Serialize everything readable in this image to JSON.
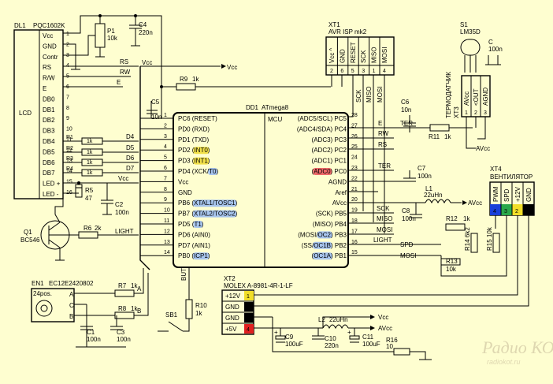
{
  "lcd": {
    "ref": "DL1",
    "model": "PQC1602K",
    "label": "LCD",
    "pins": [
      {
        "n": "1",
        "name": "Vcc"
      },
      {
        "n": "2",
        "name": "GND"
      },
      {
        "n": "3",
        "name": "Contr"
      },
      {
        "n": "4",
        "name": "RS"
      },
      {
        "n": "5",
        "name": "R/W"
      },
      {
        "n": "6",
        "name": "E"
      },
      {
        "n": "7",
        "name": "DB0"
      },
      {
        "n": "8",
        "name": "DB1"
      },
      {
        "n": "9",
        "name": "DB2"
      },
      {
        "n": "10",
        "name": "DB3"
      },
      {
        "n": "11",
        "name": "DB4"
      },
      {
        "n": "12",
        "name": "DB5"
      },
      {
        "n": "13",
        "name": "DB6"
      },
      {
        "n": "14",
        "name": "DB7"
      },
      {
        "n": "15",
        "name": "LED +"
      },
      {
        "n": "16",
        "name": "LED -"
      }
    ]
  },
  "mcu": {
    "ref": "DD1",
    "model": "ATmega8",
    "label": "MCU",
    "left_pins": [
      {
        "n": "1",
        "pre": "PC6 (",
        "hl": "RESET",
        "hlc": "none",
        "post": ")"
      },
      {
        "n": "2",
        "pre": "PD0 (RXD)",
        "hl": "",
        "hlc": "none",
        "post": ""
      },
      {
        "n": "3",
        "pre": "PD1 (TXD)",
        "hl": "",
        "hlc": "none",
        "post": ""
      },
      {
        "n": "4",
        "pre": "PD2 (",
        "hl": "INT0",
        "hlc": "y",
        "post": ")"
      },
      {
        "n": "5",
        "pre": "PD3 (",
        "hl": "INT1",
        "hlc": "y",
        "post": ")"
      },
      {
        "n": "6",
        "pre": "PD4 (XCK/",
        "hl": "T0",
        "hlc": "b",
        "post": ")"
      },
      {
        "n": "7",
        "pre": "Vcc",
        "hl": "",
        "hlc": "none",
        "post": ""
      },
      {
        "n": "8",
        "pre": "GND",
        "hl": "",
        "hlc": "none",
        "post": ""
      },
      {
        "n": "9",
        "pre": "PB6 (",
        "hl": "XTAL1/TOSC1",
        "hlc": "b",
        "post": ")"
      },
      {
        "n": "10",
        "pre": "PB7 (",
        "hl": "XTAL2/TOSC2",
        "hlc": "b",
        "post": ")"
      },
      {
        "n": "11",
        "pre": "PD5 (",
        "hl": "T1",
        "hlc": "b",
        "post": ")"
      },
      {
        "n": "12",
        "pre": "PD6   (AIN0)",
        "hl": "",
        "hlc": "none",
        "post": ""
      },
      {
        "n": "13",
        "pre": "PD7   (AIN1)",
        "hl": "",
        "hlc": "none",
        "post": ""
      },
      {
        "n": "14",
        "pre": "PB0 (",
        "hl": "ICP1",
        "hlc": "b",
        "post": ")"
      }
    ],
    "right_pins": [
      {
        "n": "28",
        "pre": "(ADC5/SCL) PC5",
        "hl": "",
        "hlc": "none"
      },
      {
        "n": "27",
        "pre": "(ADC4/SDA) PC4",
        "hl": "",
        "hlc": "none"
      },
      {
        "n": "26",
        "pre": "(ADC3) PC3",
        "hl": "",
        "hlc": "none"
      },
      {
        "n": "25",
        "pre": "(ADC2) PC2",
        "hl": "",
        "hlc": "none"
      },
      {
        "n": "24",
        "pre": "(ADC1) PC1",
        "hl": "",
        "hlc": "none"
      },
      {
        "n": "23",
        "pre": "(",
        "hl": "ADC0",
        "hlc": "r",
        "post": ") PC0"
      },
      {
        "n": "22",
        "pre": "AGND",
        "hl": "",
        "hlc": "none"
      },
      {
        "n": "21",
        "pre": "Aref",
        "hl": "",
        "hlc": "none"
      },
      {
        "n": "20",
        "pre": "AVcc",
        "hl": "",
        "hlc": "none"
      },
      {
        "n": "19",
        "pre": "(SCK) PB5",
        "hl": "",
        "hlc": "none"
      },
      {
        "n": "18",
        "pre": "(MISO) PB4",
        "hl": "",
        "hlc": "none"
      },
      {
        "n": "17",
        "pre": "(MOSI/",
        "hl": "OC2",
        "hlc": "b",
        "post": ") PB3"
      },
      {
        "n": "16",
        "pre": "(SS/",
        "hl": "OC1B",
        "hlc": "b",
        "post": ") PB2"
      },
      {
        "n": "15",
        "pre": "(",
        "hl": "OC1A",
        "hlc": "b",
        "post": ") PB1"
      }
    ]
  },
  "isp": {
    "ref": "XT1",
    "model": "AVR ISP mk2",
    "pins": [
      "Vcc ^",
      "GND",
      "RESET",
      "SCK",
      "MISO",
      "MOSI"
    ],
    "nums": [
      "2",
      "6",
      "5",
      "3",
      "1",
      "4"
    ],
    "signals": [
      "SCK",
      "MISO",
      "MOSI"
    ]
  },
  "sensor": {
    "ref": "S1",
    "model": "LM35D",
    "title": "ТЕРМОДАТЧИК",
    "conn": "XT3",
    "pins": [
      "AVcc",
      "<OUT",
      "AGND"
    ],
    "nums": [
      "1",
      "2",
      "3"
    ]
  },
  "fan": {
    "ref": "XT4",
    "title": "ВЕНТИЛЯТОР",
    "pins": [
      "PWM",
      "SPD",
      "+12V",
      "GND"
    ],
    "nums": [
      "4",
      "3",
      "2",
      "1"
    ],
    "colors": [
      "#1a3fd8",
      "#2aa84a",
      "#f1de28",
      "#000000"
    ]
  },
  "molex": {
    "ref": "XT2",
    "model": "MOLEX A-8981-4R-1-LF",
    "pins": [
      "+12V",
      "GND",
      "GND",
      "+5V"
    ],
    "nums": [
      "1",
      "2",
      "3",
      "4"
    ],
    "colors": [
      "#f1de28",
      "#000000",
      "#000000",
      "#e02020"
    ]
  },
  "encoder": {
    "ref": "EN1",
    "model": "EC12E2420802",
    "pos": "24pos.",
    "pins": [
      "A",
      "C",
      "B"
    ]
  },
  "components": {
    "r1": "R1",
    "r1v": "1k",
    "r2": "R2",
    "r2v": "1k",
    "r3": "R3",
    "r3v": "1k",
    "r4": "R4",
    "r4v": "1k",
    "r5": "R5",
    "r5v": "47",
    "r6": "R6",
    "r6v": "2k",
    "r7": "R7",
    "r7v": "1k",
    "r8": "R8",
    "r8v": "1k",
    "r9": "R9",
    "r9v": "1k",
    "r10": "R10",
    "r10v": "1k",
    "r11": "R11",
    "r11v": "1k",
    "r12": "R12",
    "r12v": "1k",
    "r13": "R13",
    "r13v": "10k",
    "r14": "R14",
    "r14v": "6k2",
    "r15": "R15",
    "r15v": "10k",
    "r16": "R16",
    "r16v": "10",
    "p1": "P1",
    "p1v": "10k",
    "c1": "C1",
    "c1v": "100n",
    "c2": "C2",
    "c2v": "100n",
    "c3": "C3",
    "c3v": "100n",
    "c4": "C4",
    "c4v": "220n",
    "c5": "C5",
    "c5v": "10n",
    "c6": "C6",
    "c6v": "10n",
    "c7": "C7",
    "c7v": "100n",
    "c8": "C8",
    "c8v": "100n",
    "c9": "C9",
    "c9v": "100uF",
    "c10": "C10",
    "c10v": "220n",
    "c11": "C11",
    "c11v": "100uF",
    "cs": "C",
    "csv": "100n",
    "l1": "L1",
    "l1v": "22uHn",
    "l2": "L2",
    "l2v": "22uHn",
    "q1": "Q1",
    "q1v": "BC546",
    "sb1": "SB1"
  },
  "nets": {
    "vcc": "Vcc",
    "avcc": "AVcc",
    "rs": "RS",
    "rw": "RW",
    "e": "E",
    "ter": "TER",
    "light": "LIGHT",
    "spd": "SPD",
    "but": "BUT",
    "sck": "SCK",
    "miso": "MISO",
    "mosi": "MOSI",
    "d4": "D4",
    "d5": "D5",
    "d6": "D6",
    "d7": "D7",
    "a": "A",
    "b": "B",
    "plus": "+"
  },
  "watermark": {
    "main": "Радио КОТ",
    "sub": "radiokot.ru"
  }
}
